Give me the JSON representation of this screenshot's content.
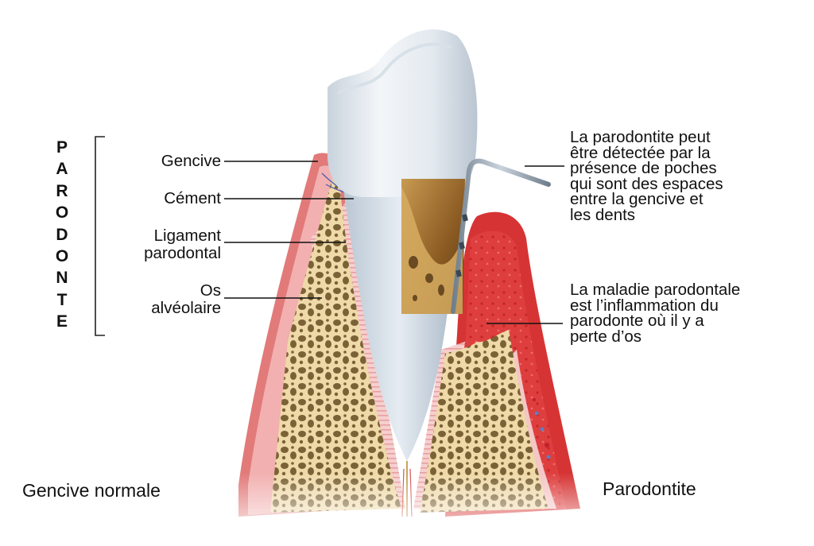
{
  "title_vertical": "PARODONTE",
  "title_letters": [
    "P",
    "A",
    "R",
    "O",
    "D",
    "O",
    "N",
    "T",
    "E"
  ],
  "left_labels": [
    {
      "text": "Gencive"
    },
    {
      "text": "Cément"
    },
    {
      "line1": "Ligament",
      "line2": "parodontal"
    },
    {
      "line1": "Os",
      "line2": "alvéolaire"
    }
  ],
  "right_annotations": [
    {
      "text": "La parodontite peut\nêtre détectée par la\nprésence de poches\nqui sont des espaces\nentre la gencive et\nles dents"
    },
    {
      "text": "La maladie parodontale\nest l’inflammation du\nparodonte où il y a\nperte d’os"
    }
  ],
  "captions": {
    "left": "Gencive normale",
    "right": "Parodontite"
  },
  "colors": {
    "gum_normal": "#e58a8a",
    "gum_inflamed": "#dd3b3b",
    "bone": "#efd9a8",
    "bone_pores": "#7a6236",
    "tooth": "#e9eef3",
    "tartar": "#b07a2a",
    "probe": "#8a99a8"
  }
}
